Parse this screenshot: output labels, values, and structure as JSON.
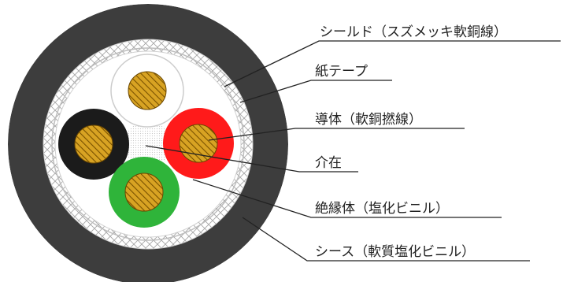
{
  "diagram": {
    "labels": {
      "shield": "シールド（スズメッキ軟銅線）",
      "paper_tape": "紙テープ",
      "conductor": "導体（軟銅撚線）",
      "filler": "介在",
      "insulation": "絶縁体（塩化ビニル）",
      "sheath": "シース（軟質塩化ビニル）"
    },
    "colors": {
      "sheath": "#3d3d3d",
      "shield_bg": "#ffffff",
      "shield_line": "#9a9a9a",
      "inner_ring": "#bdbdbd",
      "core_white": "#ffffff",
      "core_black": "#1b1b1b",
      "core_red": "#ff1a1a",
      "core_green": "#2fb43a",
      "conductor": "#d8a323",
      "conductor_hatch": "#7a5200",
      "leader": "#222222"
    }
  }
}
